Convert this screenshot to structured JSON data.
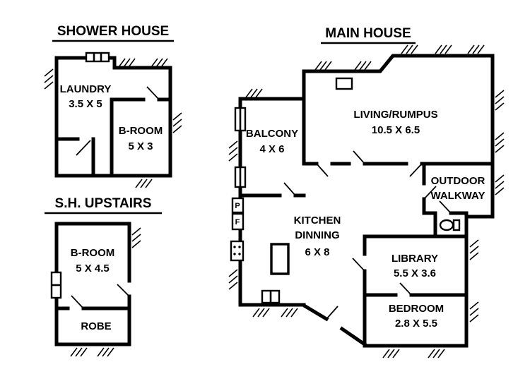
{
  "canvas": {
    "background": "#ffffff",
    "wall_color": "#000000",
    "text_color": "#000000"
  },
  "shower_house": {
    "title": "SHOWER HOUSE",
    "laundry": {
      "name": "LAUNDRY",
      "dims": "3.5 X 5"
    },
    "broom": {
      "name": "B-ROOM",
      "dims": "5 X 3"
    }
  },
  "sh_upstairs": {
    "title": "S.H. UPSTAIRS",
    "broom": {
      "name": "B-ROOM",
      "dims": "5 X 4.5"
    },
    "robe": {
      "name": "ROBE"
    }
  },
  "main_house": {
    "title": "MAIN HOUSE",
    "living": {
      "name": "LIVING/RUMPUS",
      "dims": "10.5 X 6.5"
    },
    "balcony": {
      "name": "BALCONY",
      "dims": "4 X 6"
    },
    "walkway": {
      "line1": "OUTDOOR",
      "line2": "WALKWAY"
    },
    "kitchen": {
      "line1": "KITCHEN",
      "line2": "DINNING",
      "dims": "6 X 8"
    },
    "library": {
      "name": "LIBRARY",
      "dims": "5.5 X 3.6"
    },
    "bedroom": {
      "name": "BEDROOM",
      "dims": "2.8 X 5.5"
    },
    "pantry_label": "P",
    "fridge_label": "F"
  }
}
